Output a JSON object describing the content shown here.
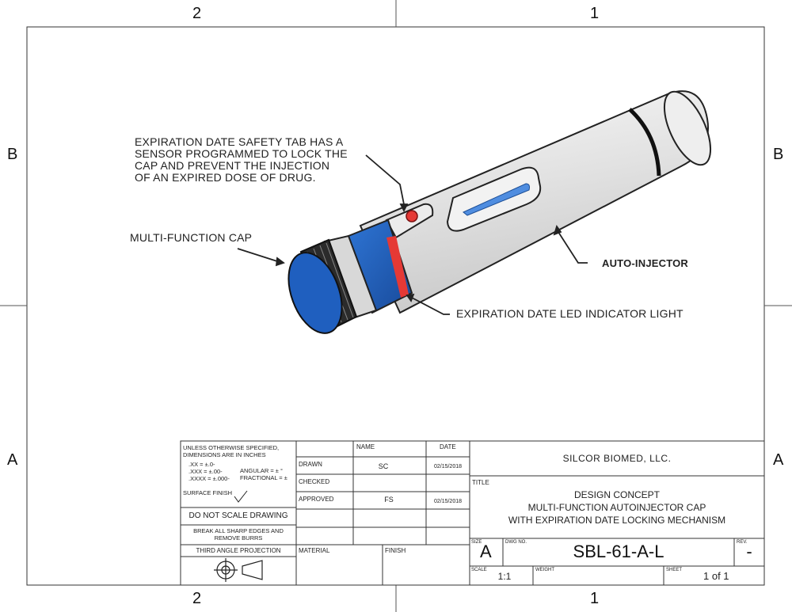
{
  "border": {
    "zones_top": [
      "2",
      "1"
    ],
    "zones_bottom": [
      "2",
      "1"
    ],
    "zones_left": [
      "B",
      "A"
    ],
    "zones_right": [
      "B",
      "A"
    ]
  },
  "callouts": {
    "safety_tab": [
      "EXPIRATION DATE SAFETY TAB HAS A",
      "SENSOR PROGRAMMED TO LOCK THE",
      "CAP AND PREVENT THE INJECTION",
      "OF AN EXPIRED DOSE OF DRUG."
    ],
    "cap": "MULTI-FUNCTION CAP",
    "injector": "AUTO-INJECTOR",
    "led": "EXPIRATION DATE LED INDICATOR LIGHT"
  },
  "title_block": {
    "notes": {
      "spec_line1": "UNLESS OTHERWISE SPECIFIED,",
      "spec_line2": "DIMENSIONS ARE IN INCHES",
      "tol_xx": ".XX = ±.0-",
      "tol_xxx": ".XXX = ±.00-",
      "tol_xxxx": ".XXXX = ±.000-",
      "angular": "ANGULAR = ± °",
      "fractional": "FRACTIONAL = ±",
      "surface_finish": "SURFACE FINISH",
      "do_not_scale": "DO NOT SCALE DRAWING",
      "break_edges_1": "BREAK ALL SHARP EDGES AND",
      "break_edges_2": "REMOVE BURRS",
      "projection": "THIRD ANGLE PROJECTION"
    },
    "headers": {
      "name": "NAME",
      "date": "DATE"
    },
    "rows": [
      {
        "label": "DRAWN",
        "name": "SC",
        "date": "02/15/2018"
      },
      {
        "label": "CHECKED",
        "name": "",
        "date": ""
      },
      {
        "label": "APPROVED",
        "name": "FS",
        "date": "02/15/2018"
      }
    ],
    "material_label": "MATERIAL",
    "finish_label": "FINISH",
    "company": "SILCOR BIOMED, LLC.",
    "title_label": "TITLE",
    "title_lines": [
      "DESIGN CONCEPT",
      "MULTI-FUNCTION AUTOINJECTOR CAP",
      "WITH EXPIRATION DATE LOCKING MECHANISM"
    ],
    "size_label": "SIZE",
    "size": "A",
    "dwg_label": "DWG NO.",
    "dwg_no": "SBL-61-A-L",
    "rev_label": "REV.",
    "rev": "-",
    "scale_label": "SCALE",
    "scale": "1:1",
    "weight_label": "WEIGHT",
    "weight": "",
    "sheet_label": "SHEET",
    "sheet": "1 of 1"
  },
  "colors": {
    "cap_blue": "#1f5fbf",
    "led_red": "#e53935",
    "window_blue": "#4f8de0",
    "body_grey": "#e6e6e6"
  }
}
